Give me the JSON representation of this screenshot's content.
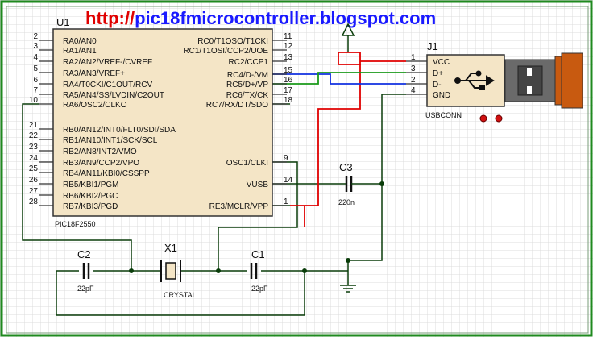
{
  "header": {
    "url_prefix": "http://",
    "url_rest": "pic18fmicrocontroller.blogspot.com",
    "url_prefix_color": "#e00000",
    "url_rest_color": "#1a1aff"
  },
  "colors": {
    "grid": "#dcdcdc",
    "border": "#1f8a1f",
    "chip_fill": "#f4e5c6",
    "wire": "#0a3d0a",
    "wire_red": "#e00000",
    "wire_blue": "#1030e0",
    "wire_green": "#1a9a1a",
    "usb_orange": "#c85a10",
    "usb_gray": "#6a6a6a"
  },
  "u1": {
    "ref": "U1",
    "part": "PIC18F2550",
    "left_pins": [
      {
        "num": "2",
        "name": "RA0/AN0"
      },
      {
        "num": "3",
        "name": "RA1/AN1"
      },
      {
        "num": "4",
        "name": "RA2/AN2/VREF-/CVREF"
      },
      {
        "num": "5",
        "name": "RA3/AN3/VREF+"
      },
      {
        "num": "6",
        "name": "RA4/T0CKI/C1OUT/RCV"
      },
      {
        "num": "7",
        "name": "RA5/AN4/SS/LVDIN/C2OUT"
      },
      {
        "num": "10",
        "name": "RA6/OSC2/CLKO"
      },
      {
        "num": "21",
        "name": "RB0/AN12/INT0/FLT0/SDI/SDA"
      },
      {
        "num": "22",
        "name": "RB1/AN10/INT1/SCK/SCL"
      },
      {
        "num": "23",
        "name": "RB2/AN8/INT2/VMO"
      },
      {
        "num": "24",
        "name": "RB3/AN9/CCP2/VPO"
      },
      {
        "num": "25",
        "name": "RB4/AN11/KBI0/CSSPP"
      },
      {
        "num": "26",
        "name": "RB5/KBI1/PGM"
      },
      {
        "num": "27",
        "name": "RB6/KBI2/PGC"
      },
      {
        "num": "28",
        "name": "RB7/KBI3/PGD"
      }
    ],
    "right_pins": [
      {
        "num": "11",
        "name": "RC0/T1OSO/T1CKI"
      },
      {
        "num": "12",
        "name": "RC1/T1OSI/CCP2/UOE"
      },
      {
        "num": "13",
        "name": "RC2/CCP1"
      },
      {
        "num": "15",
        "name": "RC4/D-/VM"
      },
      {
        "num": "16",
        "name": "RC5/D+/VP"
      },
      {
        "num": "17",
        "name": "RC6/TX/CK"
      },
      {
        "num": "18",
        "name": "RC7/RX/DT/SDO"
      },
      {
        "num": "9",
        "name": "OSC1/CLKI"
      },
      {
        "num": "14",
        "name": "VUSB"
      },
      {
        "num": "1",
        "name": "RE3/MCLR/VPP"
      }
    ]
  },
  "j1": {
    "ref": "J1",
    "part": "USBCONN",
    "pins": [
      {
        "num": "1",
        "name": "VCC"
      },
      {
        "num": "3",
        "name": "D+"
      },
      {
        "num": "2",
        "name": "D-"
      },
      {
        "num": "4",
        "name": "GND"
      }
    ]
  },
  "c1": {
    "ref": "C1",
    "value": "22pF"
  },
  "c2": {
    "ref": "C2",
    "value": "22pF"
  },
  "c3": {
    "ref": "C3",
    "value": "220n"
  },
  "x1": {
    "ref": "X1",
    "value": "CRYSTAL"
  }
}
